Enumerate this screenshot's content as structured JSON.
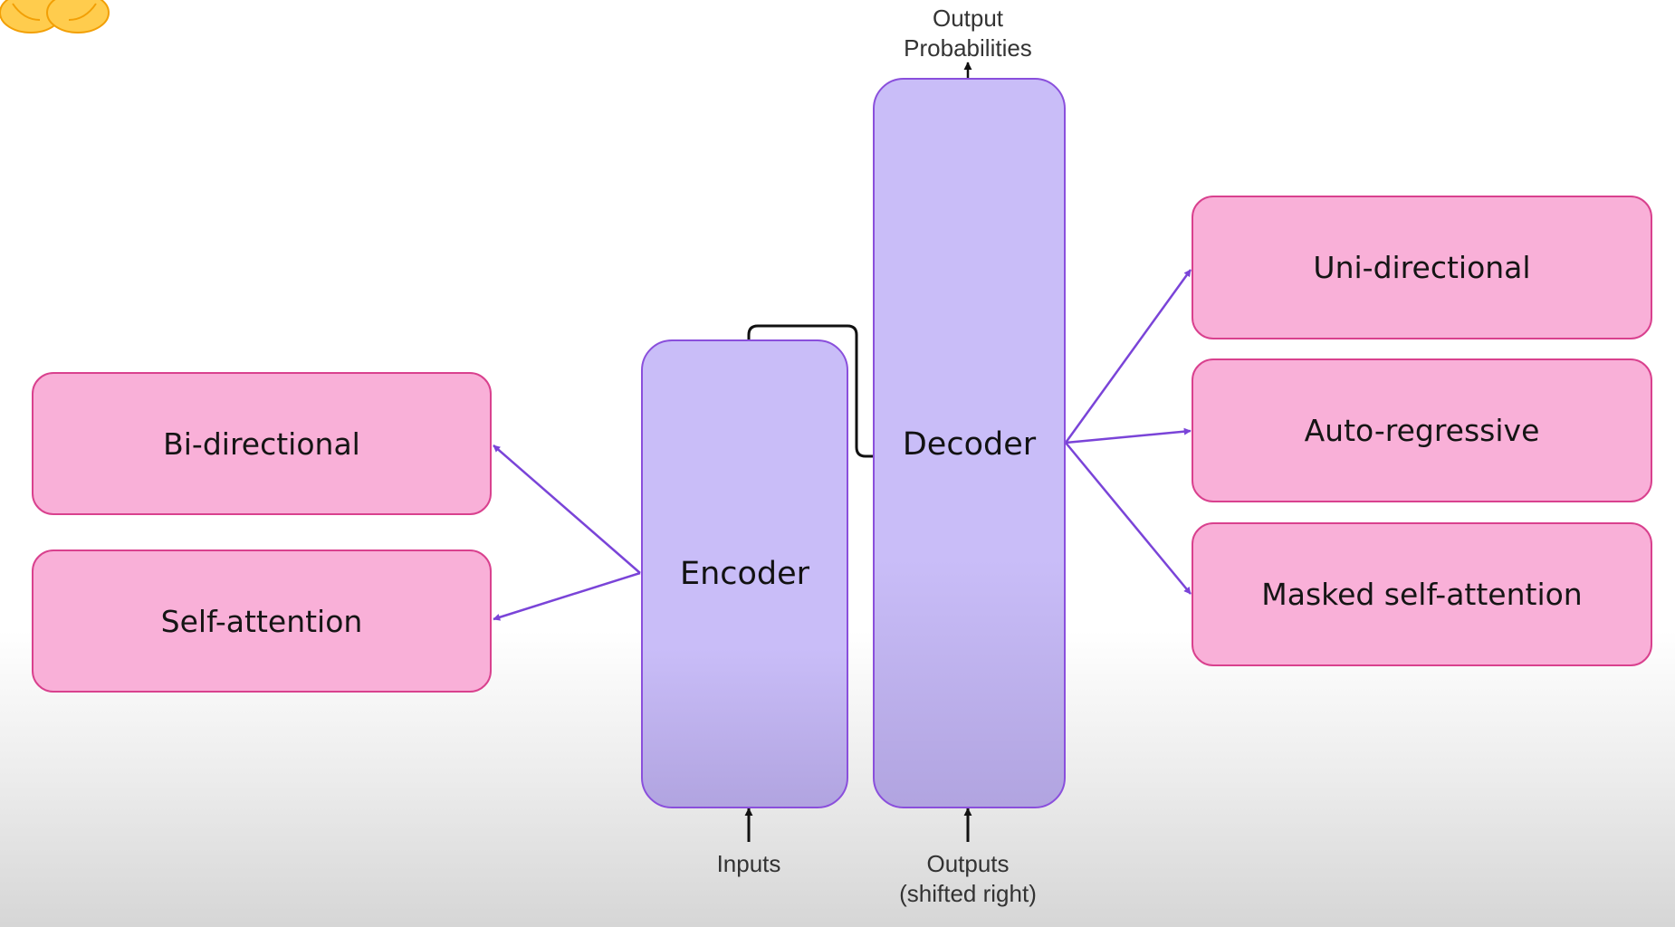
{
  "diagram": {
    "encoder": {
      "label": "Encoder"
    },
    "decoder": {
      "label": "Decoder"
    },
    "encoder_properties": [
      "Bi-directional",
      "Self-attention"
    ],
    "decoder_properties": [
      "Uni-directional",
      "Auto-regressive",
      "Masked self-attention"
    ],
    "output": {
      "line1": "Output",
      "line2": "Probabilities"
    },
    "inputs": {
      "label": "Inputs"
    },
    "outputs_shifted": {
      "line1": "Outputs",
      "line2": "(shifted right)"
    }
  },
  "colors": {
    "property_fill": "#f9b0d8",
    "property_border": "#d9418e",
    "block_fill": "#c9bdf8",
    "block_border": "#8a4fdc",
    "arrow": "#7a44d8",
    "connector": "#111111"
  },
  "logo": {
    "icon": "hugging-face-hands-icon"
  }
}
